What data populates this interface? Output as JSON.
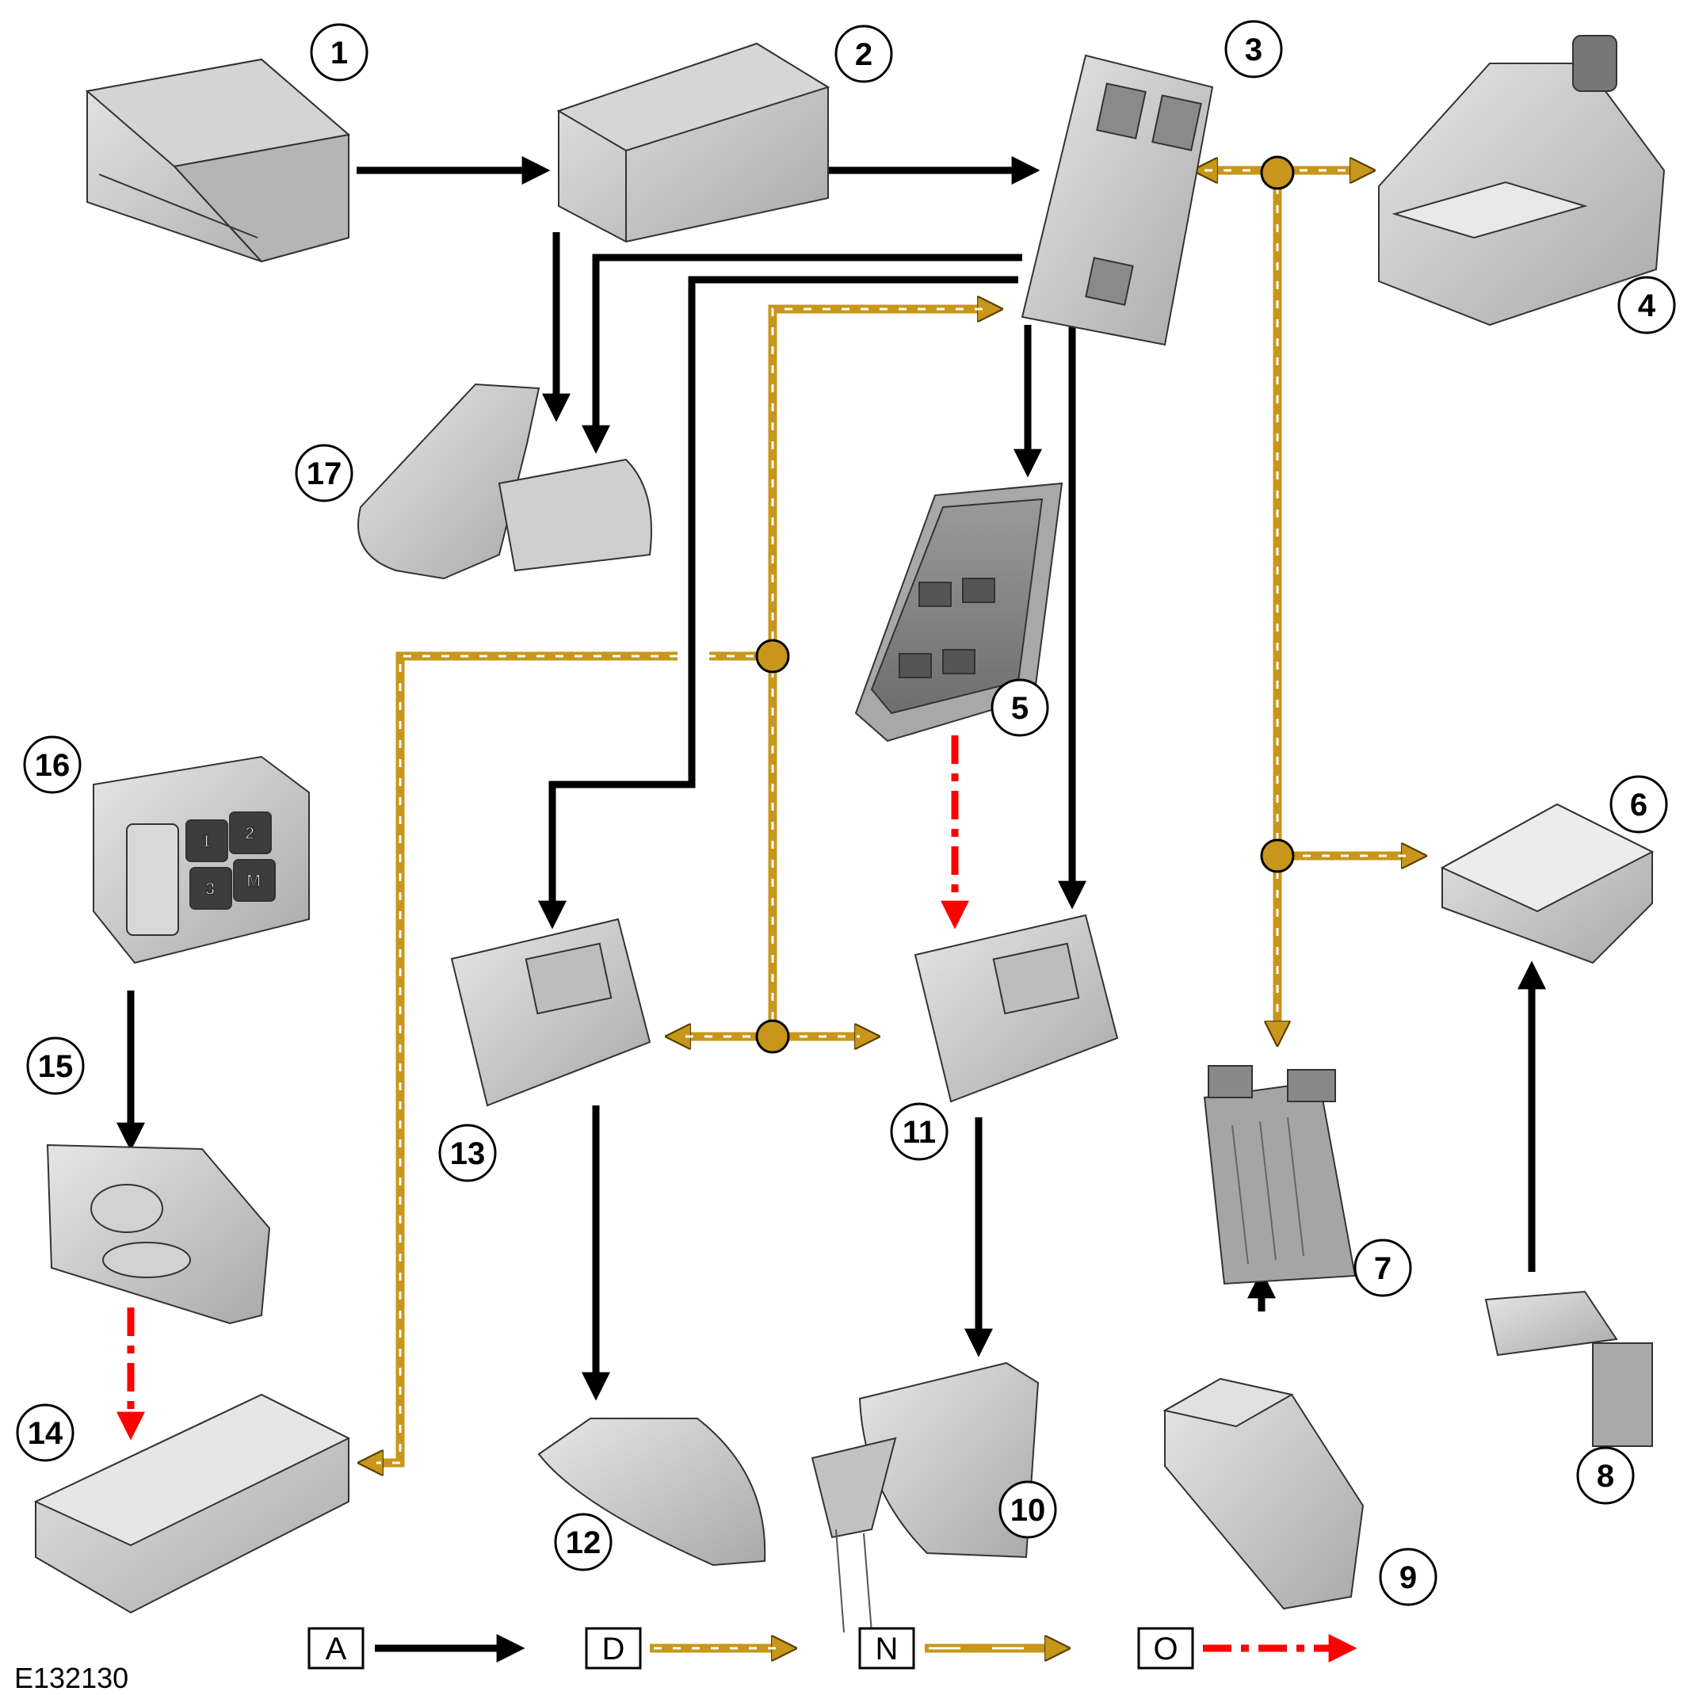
{
  "diagram": {
    "figure_code": "E132130",
    "components": [
      "1",
      "2",
      "3",
      "4",
      "5",
      "6",
      "7",
      "8",
      "9",
      "10",
      "11",
      "12",
      "13",
      "14",
      "15",
      "16",
      "17"
    ],
    "legend": [
      {
        "key": "A",
        "line": "black-solid"
      },
      {
        "key": "D",
        "line": "gold-dashed"
      },
      {
        "key": "N",
        "line": "gold-dashed"
      },
      {
        "key": "O",
        "line": "red-dash-dot"
      }
    ],
    "switch_pack_keys": [
      "1",
      "2",
      "3",
      "M"
    ],
    "colors": {
      "hardwired": "#000000",
      "bus": "#c8961a",
      "bus_dash": "#ffffff",
      "lin": "#ff0000",
      "part_fill": "#c8c8c8"
    }
  }
}
